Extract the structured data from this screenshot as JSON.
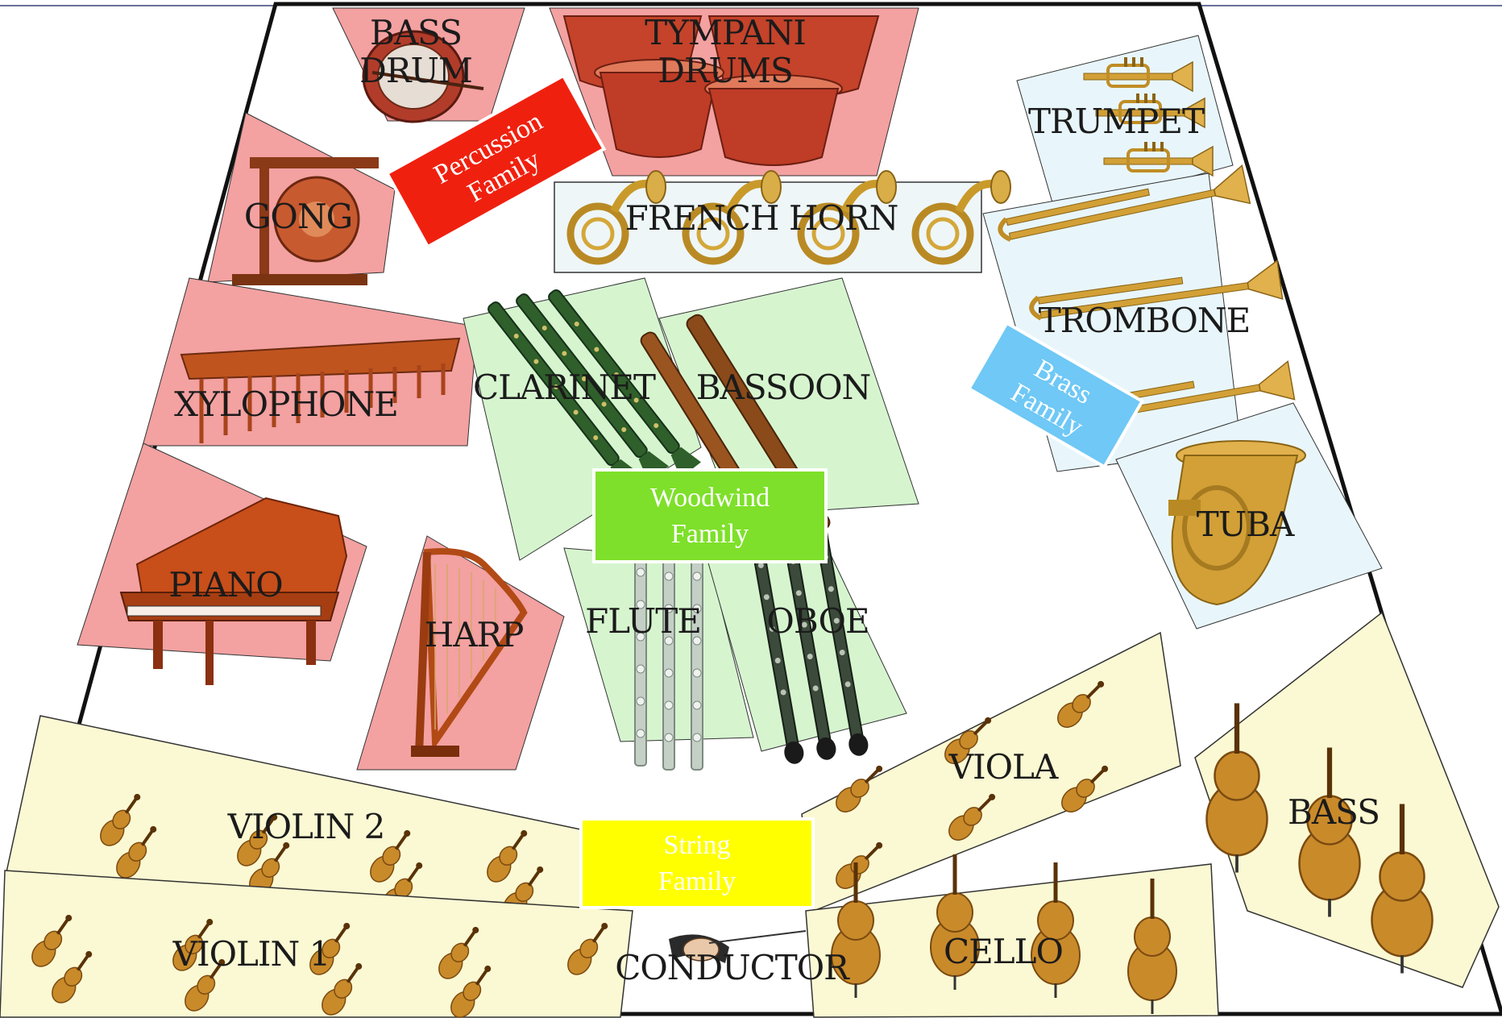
{
  "labels": {
    "bass_drum_1": "BASS",
    "bass_drum_2": "DRUM",
    "tympani_1": "TYMPANI",
    "tympani_2": "DRUMS",
    "gong": "GONG",
    "french_horn": "FRENCH HORN",
    "trumpet": "TRUMPET",
    "trombone": "TROMBONE",
    "tuba": "TUBA",
    "xylophone": "XYLOPHONE",
    "clarinet": "CLARINET",
    "bassoon": "BASSOON",
    "piano": "PIANO",
    "harp": "HARP",
    "flute": "FLUTE",
    "oboe": "OBOE",
    "violin2": "VIOLIN 2",
    "violin1": "VIOLIN 1",
    "viola": "VIOLA",
    "bass": "BASS",
    "cello": "CELLO",
    "conductor": "CONDUCTOR"
  },
  "families": {
    "percussion": {
      "line1": "Percussion",
      "line2": "Family",
      "color": "#f0200f"
    },
    "brass": {
      "line1": "Brass",
      "line2": "Family",
      "color": "#6fc8f5"
    },
    "woodwind": {
      "line1": "Woodwind",
      "line2": "Family",
      "color": "#7ee02a"
    },
    "string": {
      "line1": "String",
      "line2": "Family",
      "color": "#ffff00"
    }
  },
  "section_colors": {
    "percussion_fill": "#f3a1a1",
    "brass_fill": "#e8f6fb",
    "woodwind_fill": "#d6f5cf",
    "string_fill": "#fbf9d3",
    "instrument_wood": "#c8631e",
    "instrument_brass": "#c9912a"
  }
}
